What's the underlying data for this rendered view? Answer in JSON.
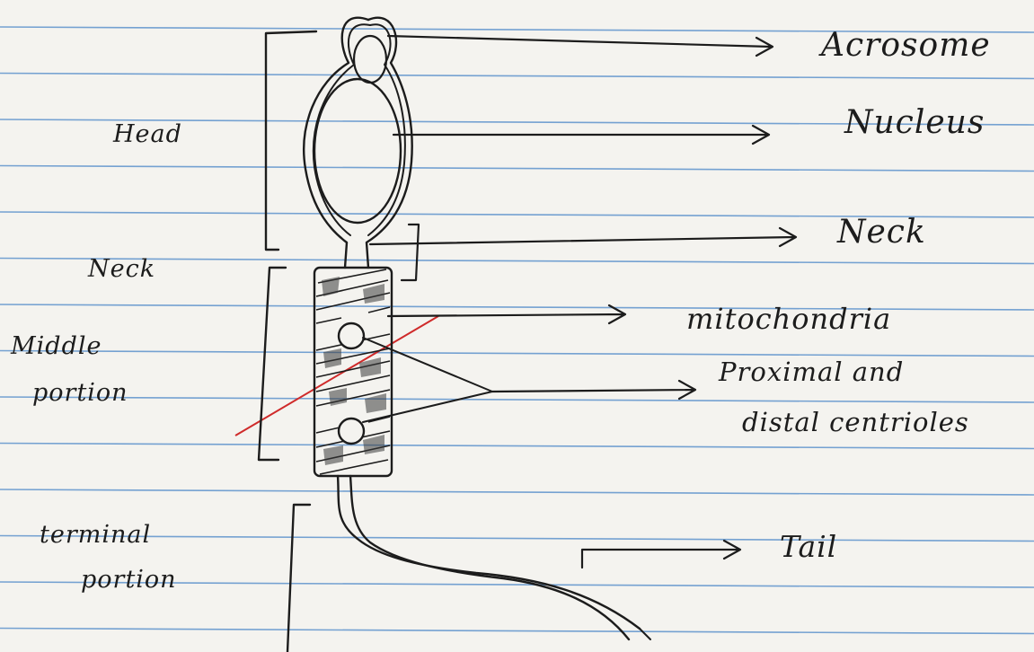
{
  "colors": {
    "paper": "#f4f3ef",
    "rule_line": "#4a86c8",
    "ink": "#1c1c1c",
    "margin_line": "#cf2a2a"
  },
  "left_labels": {
    "head": "Head",
    "neck": "Neck",
    "middle_line1": "Middle",
    "middle_line2": "portion",
    "terminal_line1": "terminal",
    "terminal_line2": "portion"
  },
  "right_labels": {
    "acrosome": "Acrosome",
    "nucleus": "Nucleus",
    "neck": "Neck",
    "mitochondria": "mitochondria",
    "centrioles_line1": "Proximal and",
    "centrioles_line2": "distal centrioles",
    "tail": "Tail"
  }
}
